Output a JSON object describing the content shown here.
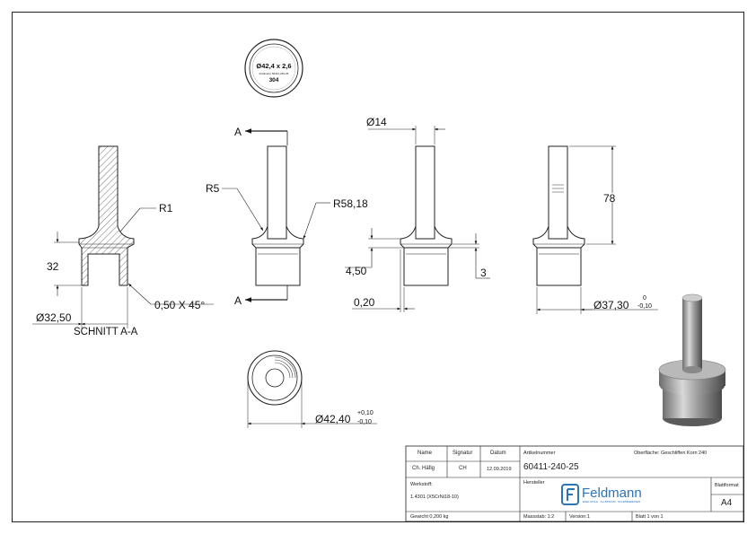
{
  "drawing": {
    "section_a_label_top": "A",
    "section_a_label_bottom": "A",
    "stamp_line1": "Ø42,4 x 2,6",
    "stamp_line2": "Feldmann 60411-240-25",
    "stamp_line3": "304",
    "dim_r1": "R1",
    "dim_32": "32",
    "dim_chamfer": "0,50 X 45°",
    "dim_dia_3250": "Ø32,50",
    "section_caption": "SCHNITT A-A",
    "dim_r5": "R5",
    "dim_r5818": "R58,18",
    "dim_dia_14": "Ø14",
    "dim_450": "4,50",
    "dim_3": "3",
    "dim_020": "0,20",
    "dim_78": "78",
    "dim_dia_3730": "Ø37,30",
    "dim_3730_tol_upper": "0",
    "dim_3730_tol_lower": "-0,10",
    "dim_dia_4240": "Ø42,40",
    "dim_4240_tol_upper": "+0,10",
    "dim_4240_tol_lower": "-0,10"
  },
  "title_block": {
    "h_name": "Name",
    "h_signatur": "Signatur",
    "h_datum": "Datum",
    "name": "Ch. Häfig",
    "signatur": "CH",
    "datum": "12.09.2019",
    "artikelnummer_label": "Artikelnummer",
    "artikelnummer": "60411-240-25",
    "oberflaeche": "Oberfläche: Geschliffen Korn 240",
    "werkstoff_label": "Werkstoff:",
    "werkstoff": "1.4301 (X5CrNi18-10)",
    "hersteller_label": "Hersteller",
    "logo_text": "Feldmann",
    "logo_tagline": "EDELSTAHL · ALUMINIUM · SCHMIEDEEISEN",
    "blattformat_label": "Blattformat",
    "blattformat": "A4",
    "gewicht": "Gewicht 0,200 kg",
    "massstab": "Massstab: 1:2",
    "version": "Version:1",
    "blatt": "Blatt 1 von 1"
  }
}
